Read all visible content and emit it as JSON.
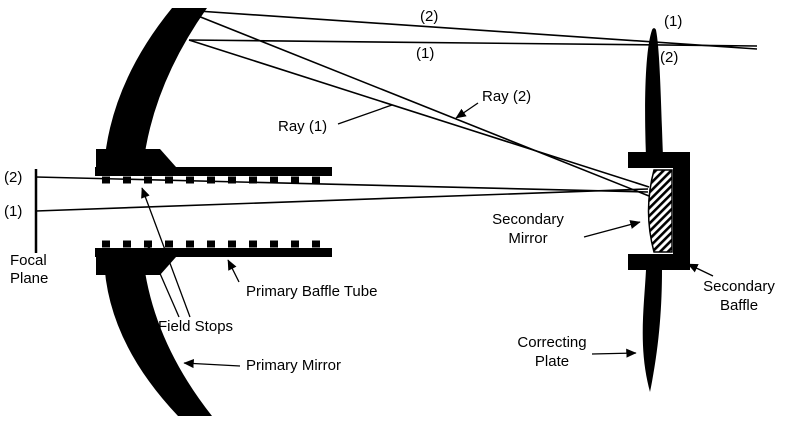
{
  "colors": {
    "ink": "#000000",
    "background": "#ffffff"
  },
  "labels": {
    "focal_plane": [
      "Focal",
      "Plane"
    ],
    "ray_1": "Ray (1)",
    "ray_2": "Ray (2)",
    "primary_baffle_tube": "Primary Baffle Tube",
    "field_stops": "Field Stops",
    "primary_mirror": "Primary Mirror",
    "secondary_mirror": [
      "Secondary",
      "Mirror"
    ],
    "secondary_baffle": [
      "Secondary",
      "Baffle"
    ],
    "correcting_plate": [
      "Correcting",
      "Plate"
    ]
  },
  "beam_labels": {
    "left_upper": "(2)",
    "left_lower": "(1)",
    "top_upper": "(2)",
    "top_lower": "(1)",
    "right_upper": "(1)",
    "right_lower": "(2)"
  }
}
